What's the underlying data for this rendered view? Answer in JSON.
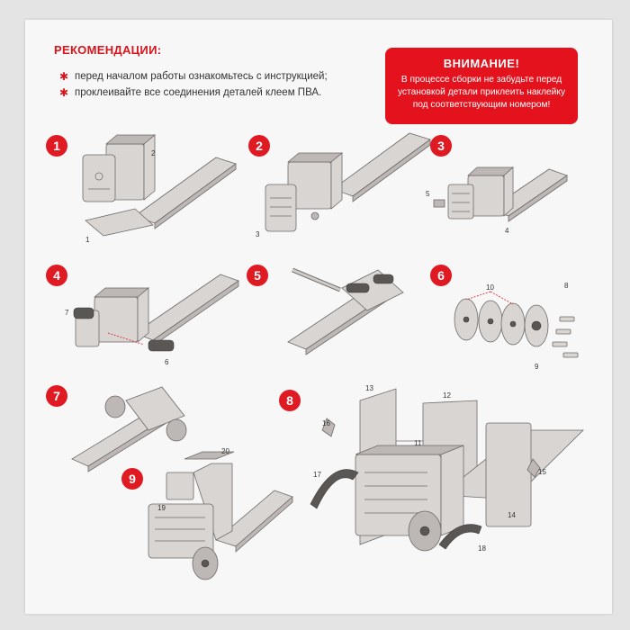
{
  "recommendations": {
    "title": "РЕКОМЕНДАЦИИ:",
    "items": [
      "перед началом работы ознакомьтесь с инструкцией;",
      "проклеивайте все соединения деталей клеем ПВА."
    ]
  },
  "warning": {
    "title": "ВНИМАНИЕ!",
    "line1": "В процессе сборки не забудьте перед",
    "line2": "установкой детали приклеить наклейку",
    "line3": "под соответствующим номером!"
  },
  "steps": [
    "1",
    "2",
    "3",
    "4",
    "5",
    "6",
    "7",
    "8",
    "9"
  ],
  "part_numbers": {
    "s1_a": "2",
    "s1_b": "1",
    "s2_a": "3",
    "s3_a": "5",
    "s3_b": "4",
    "s4_a": "7",
    "s4_b": "6",
    "s6_a": "10",
    "s6_b": "8",
    "s6_c": "9",
    "s8_a": "13",
    "s8_b": "12",
    "s8_c": "16",
    "s8_d": "11",
    "s8_e": "17",
    "s8_f": "15",
    "s8_g": "14",
    "s8_h": "18",
    "s9_a": "20",
    "s9_b": "19"
  },
  "colors": {
    "accent": "#e01a22",
    "warning_bg": "#e4121d"
  }
}
